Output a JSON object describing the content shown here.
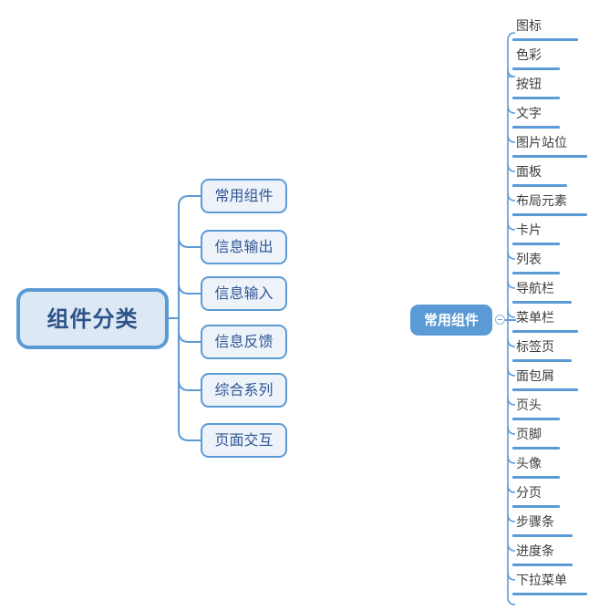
{
  "diagram": {
    "type": "mindmap",
    "title_node": {
      "label": "组件分类"
    },
    "branches": [
      {
        "label": "常用组件"
      },
      {
        "label": "信息输出"
      },
      {
        "label": "信息输入"
      },
      {
        "label": "信息反馈"
      },
      {
        "label": "综合系列"
      },
      {
        "label": "页面交互"
      }
    ],
    "expanded_branch": {
      "label": "常用组件",
      "toggle_icon": "minus-circle-icon",
      "toggle_state": "expanded",
      "children": [
        {
          "label": "图标"
        },
        {
          "label": "色彩"
        },
        {
          "label": "按钮"
        },
        {
          "label": "文字"
        },
        {
          "label": "图片站位"
        },
        {
          "label": "面板"
        },
        {
          "label": "布局元素"
        },
        {
          "label": "卡片"
        },
        {
          "label": "列表"
        },
        {
          "label": "导航栏"
        },
        {
          "label": "菜单栏"
        },
        {
          "label": "标签页"
        },
        {
          "label": "面包屑"
        },
        {
          "label": "页头"
        },
        {
          "label": "页脚"
        },
        {
          "label": "头像"
        },
        {
          "label": "分页"
        },
        {
          "label": "步骤条"
        },
        {
          "label": "进度条"
        },
        {
          "label": "下拉菜单"
        }
      ]
    }
  },
  "colors": {
    "accent": "#5b9bd5",
    "root_fill": "#dde8f5",
    "root_text": "#2c5288",
    "branch_fill": "#eef3fa",
    "branch_text": "#2f5596",
    "leaf_text": "#3d3d3d",
    "highlight_fill": "#5b9bd5",
    "highlight_text": "#ffffff",
    "background": "#ffffff"
  }
}
